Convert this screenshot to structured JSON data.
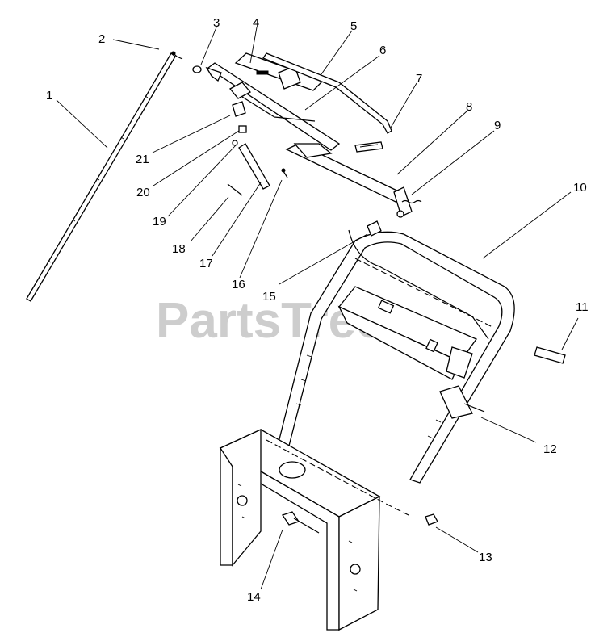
{
  "watermark": "PartsTree",
  "callouts": [
    "1",
    "2",
    "3",
    "4",
    "5",
    "6",
    "7",
    "8",
    "9",
    "10",
    "11",
    "12",
    "13",
    "14",
    "15",
    "16",
    "17",
    "18",
    "19",
    "20",
    "21"
  ]
}
